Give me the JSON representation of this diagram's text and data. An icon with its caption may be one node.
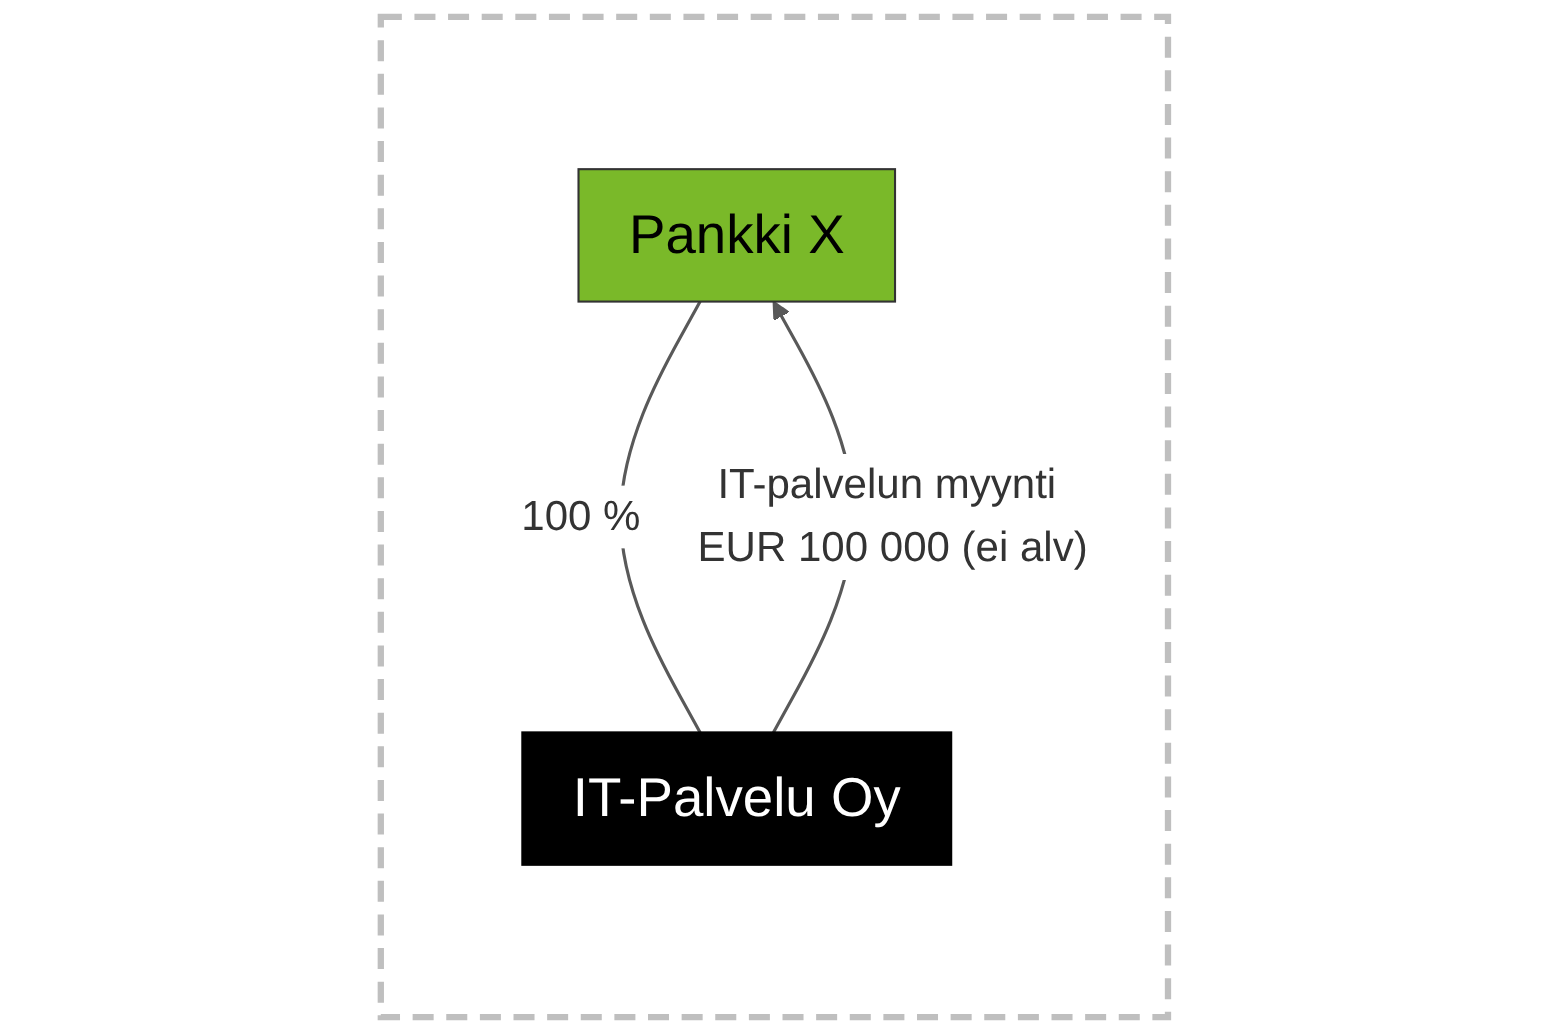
{
  "diagram": {
    "nodes": [
      {
        "text": [],
        "shape": "box"
      },
      {
        "text": [
          "Pankki X"
        ],
        "in": 0
      },
      {
        "text": [
          "IT-Palvelu Oy"
        ],
        "in": 0
      }
    ],
    "edges": [
      {
        "from": 1,
        "to": 2,
        "arrow": "none",
        "label": "100 %"
      },
      {
        "from": 2,
        "to": 1,
        "arrow": "to",
        "label": "IT-palvelun myynti EUR 100 000 (ei alv)"
      }
    ]
  }
}
